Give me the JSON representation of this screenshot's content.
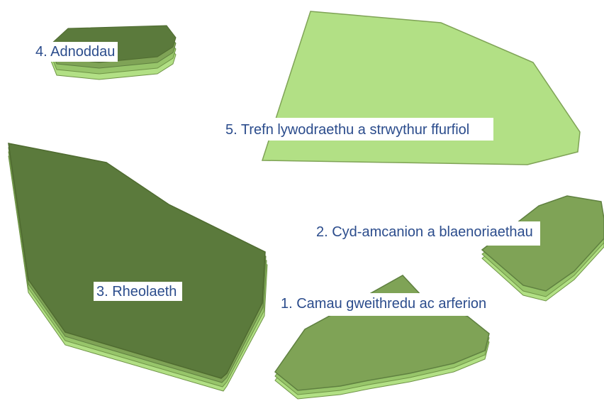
{
  "colors": {
    "dark_green": "#5b7a3c",
    "mid_green": "#7fa356",
    "light_green": "#b2e085",
    "outline": "#4f6b30",
    "label_text": "#2b4c8c",
    "label_bg": "#ffffff"
  },
  "shapes": [
    {
      "id": "adnoddau",
      "label": "4. Adnoddau",
      "fill": "#5b7a3c",
      "layers": 4
    },
    {
      "id": "trefn",
      "label": "5. Trefn lywodraethu a strwythur ffurfiol",
      "fill": "#b2e085",
      "layers": 1
    },
    {
      "id": "rheolaeth",
      "label": "3. Rheolaeth",
      "fill": "#5b7a3c",
      "layers": 4
    },
    {
      "id": "cyd-amcanion",
      "label": "2. Cyd-amcanion a blaenoriaethau",
      "fill": "#7fa356",
      "layers": 3
    },
    {
      "id": "camau",
      "label": "1. Camau gweithredu ac arferion",
      "fill": "#7fa356",
      "layers": 3
    }
  ]
}
